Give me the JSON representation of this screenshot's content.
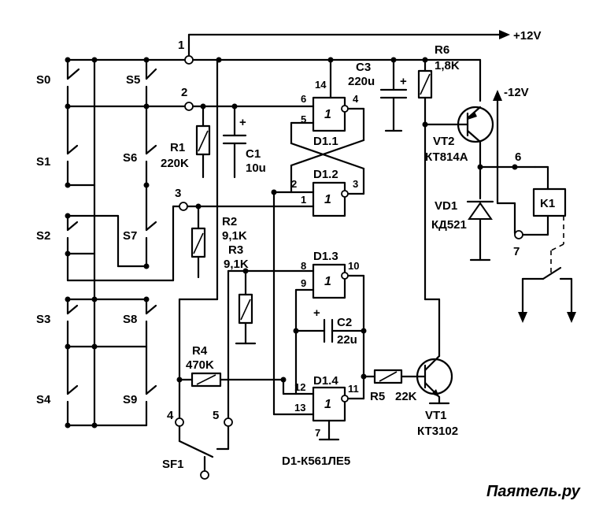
{
  "supply": {
    "pos": "+12V",
    "neg": "-12V"
  },
  "nodes": {
    "n1": "1",
    "n2": "2",
    "n3": "3",
    "n4": "4",
    "n5": "5",
    "n6": "6",
    "n7": "7"
  },
  "switches": {
    "s0": "S0",
    "s1": "S1",
    "s2": "S2",
    "s3": "S3",
    "s4": "S4",
    "s5": "S5",
    "s6": "S6",
    "s7": "S7",
    "s8": "S8",
    "s9": "S9",
    "sf1": "SF1"
  },
  "resistors": {
    "r1": {
      "name": "R1",
      "value": "220K"
    },
    "r2": {
      "name": "R2",
      "value": "9,1K"
    },
    "r3": {
      "name": "R3",
      "value": "9,1K"
    },
    "r4": {
      "name": "R4",
      "value": "470K"
    },
    "r5": {
      "name": "R5",
      "value": "22K"
    },
    "r6": {
      "name": "R6",
      "value": "1,8K"
    }
  },
  "capacitors": {
    "c1": {
      "name": "C1",
      "value": "10u"
    },
    "c2": {
      "name": "C2",
      "value": "22u"
    },
    "c3": {
      "name": "C3",
      "value": "220u"
    }
  },
  "gates": {
    "d11": {
      "name": "D1.1",
      "symbol": "1",
      "in_a": "6",
      "in_b": "5",
      "out": "4"
    },
    "d12": {
      "name": "D1.2",
      "symbol": "1",
      "in_a": "2",
      "in_b": "1",
      "out": "3"
    },
    "d13": {
      "name": "D1.3",
      "symbol": "1",
      "in_a": "8",
      "in_b": "9",
      "out": "10"
    },
    "d14": {
      "name": "D1.4",
      "symbol": "1",
      "in_a": "12",
      "in_b": "13",
      "out": "11",
      "gnd": "7",
      "vdd": "14"
    }
  },
  "transistors": {
    "vt1": {
      "name": "VT1",
      "type": "КТ3102"
    },
    "vt2": {
      "name": "VT2",
      "type": "КТ814А"
    }
  },
  "diode": {
    "name": "VD1",
    "type": "КД521"
  },
  "relay": {
    "name": "K1"
  },
  "chip": "D1-К561ЛЕ5",
  "watermark": "Паятель.ру"
}
